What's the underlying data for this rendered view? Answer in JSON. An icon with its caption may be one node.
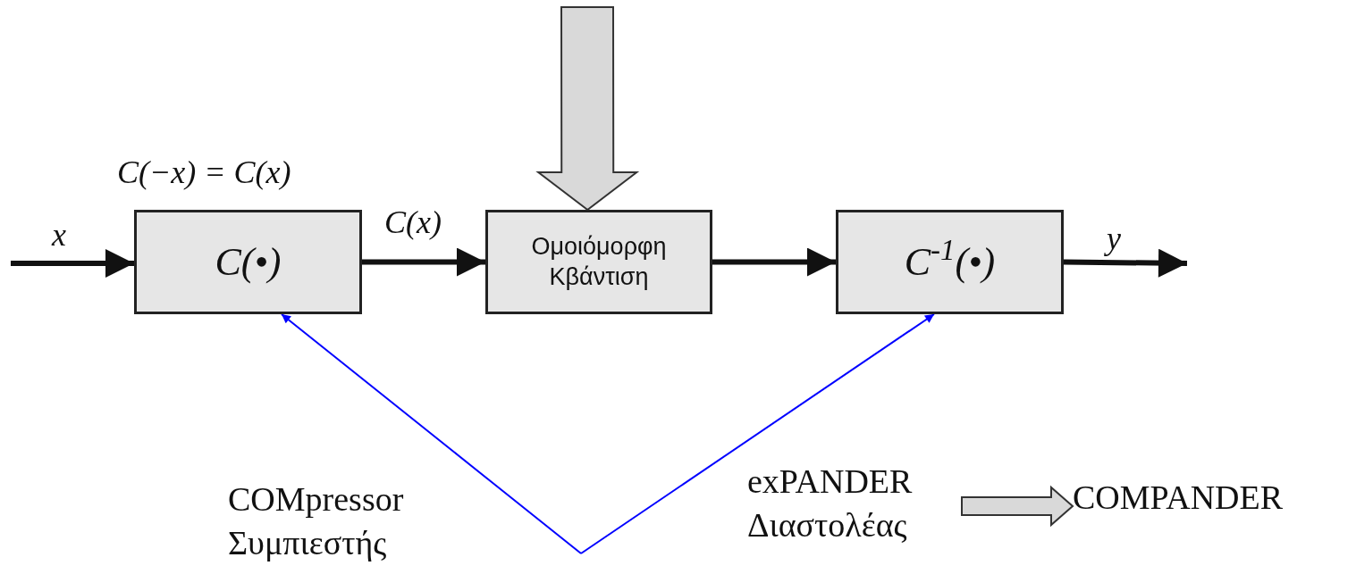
{
  "diagram": {
    "nodes": [
      {
        "text": [
          "C(•)"
        ],
        "beside": [
          "C(−x) = C(x)"
        ]
      },
      {
        "text": [
          "Ομοιόμορφη Κβάντιση"
        ]
      },
      {
        "text": [
          "C$^{-1}$(•)"
        ]
      },
      {
        "text": [
          "exPANDER Διαστολέας"
        ]
      },
      {
        "text": [
          "COMPANDER"
        ]
      }
    ],
    "edges": [
      {
        "from": null,
        "to": 0,
        "arrow": "to",
        "label": "x"
      },
      {
        "from": 0,
        "to": 1,
        "arrow": "to",
        "label": "C(x)"
      },
      {
        "from": 1,
        "to": 2,
        "arrow": "to"
      },
      {
        "from": 2,
        "to": null,
        "arrow": "to",
        "label": "y"
      },
      {
        "from": null,
        "to": 1,
        "arrow": "to",
        "style": "thick",
        "color": "#d9d9d9"
      },
      {
        "from": null,
        "to": 0,
        "arrow": "to",
        "color": "#0000ff"
      },
      {
        "from": null,
        "to": 2,
        "arrow": "to",
        "color": "#0000ff"
      },
      {
        "from": 3,
        "to": 4,
        "arrow": "to",
        "style": "thick",
        "color": "#d9d9d9"
      }
    ],
    "labels": [
      "COMpressor Συμπιεστής"
    ]
  }
}
